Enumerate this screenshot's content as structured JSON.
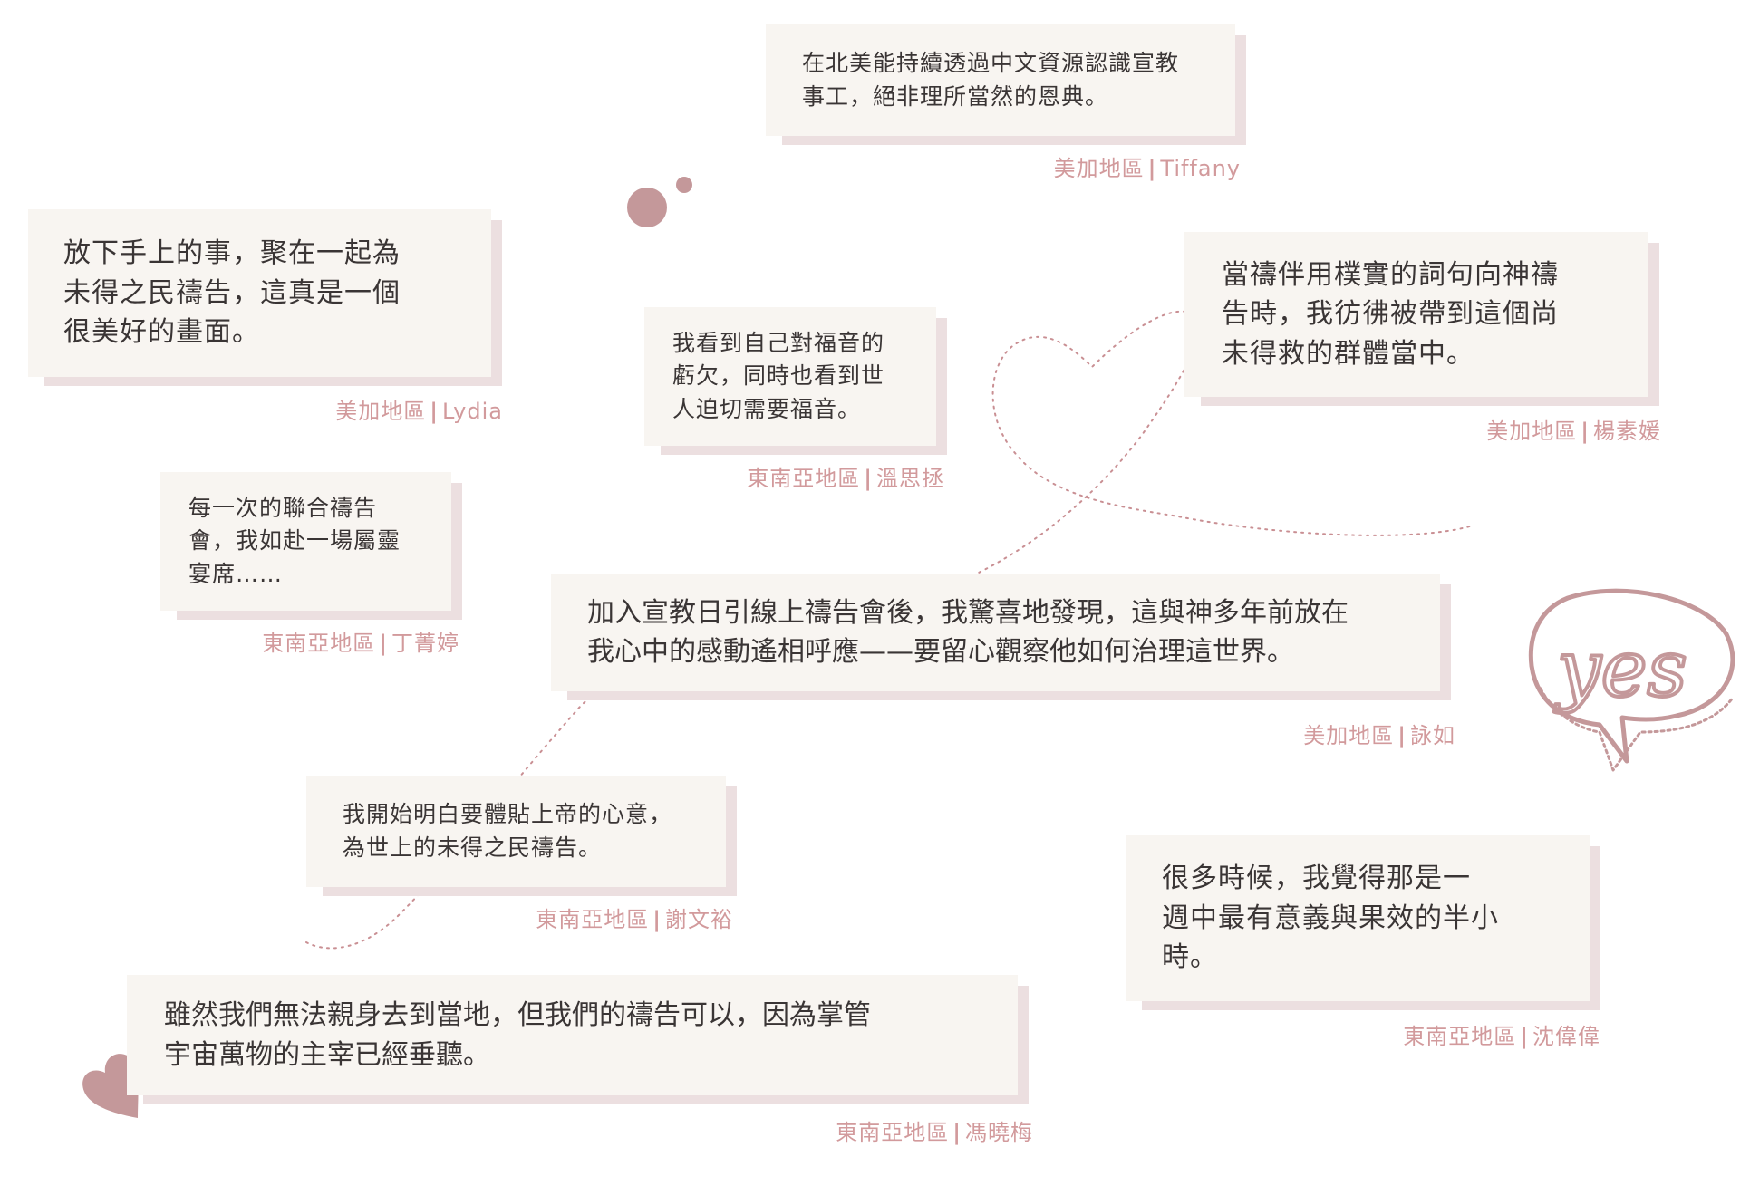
{
  "accent_color": "#d29a9c",
  "decor_color": "#c4989a",
  "testimonials": [
    {
      "quote": "在北美能持續透過中文資源認識宣教\n事工，絕非理所當然的恩典。",
      "region": "美加地區",
      "name": "Tiffany"
    },
    {
      "quote": "放下手上的事，聚在一起為\n未得之民禱告，這真是一個\n很美好的畫面。",
      "region": "美加地區",
      "name": "Lydia"
    },
    {
      "quote": "我看到自己對福音的\n虧欠，同時也看到世\n人迫切需要福音。",
      "region": "東南亞地區",
      "name": "溫思拯"
    },
    {
      "quote": "當禱伴用樸實的詞句向神禱\n告時，我彷彿被帶到這個尚\n未得救的群體當中。",
      "region": "美加地區",
      "name": "楊素媛"
    },
    {
      "quote": "每一次的聯合禱告\n會，我如赴一場屬靈\n宴席……",
      "region": "東南亞地區",
      "name": "丁菁婷"
    },
    {
      "quote": "加入宣教日引線上禱告會後，我驚喜地發現，這與神多年前放在\n我心中的感動遙相呼應——要留心觀察他如何治理這世界。",
      "region": "美加地區",
      "name": "詠如"
    },
    {
      "quote": "我開始明白要體貼上帝的心意，\n為世上的未得之民禱告。",
      "region": "東南亞地區",
      "name": "謝文裕"
    },
    {
      "quote": "很多時候，我覺得那是一\n週中最有意義與果效的半小\n時。",
      "region": "東南亞地區",
      "name": "沈偉偉"
    },
    {
      "quote": "雖然我們無法親身去到當地，但我們的禱告可以，因為掌管\n宇宙萬物的主宰已經垂聽。",
      "region": "東南亞地區",
      "name": "馮曉梅"
    }
  ],
  "yes_sticker": "yes"
}
